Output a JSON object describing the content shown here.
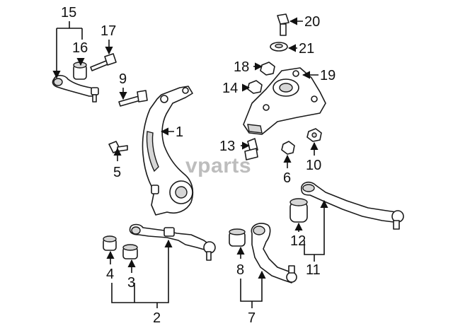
{
  "watermark": "vparts",
  "callouts": {
    "c1": "1",
    "c2": "2",
    "c3": "3",
    "c4": "4",
    "c5": "5",
    "c6": "6",
    "c7": "7",
    "c8": "8",
    "c9": "9",
    "c10": "10",
    "c11": "11",
    "c12": "12",
    "c13": "13",
    "c14": "14",
    "c15": "15",
    "c16": "16",
    "c17": "17",
    "c18": "18",
    "c19": "19",
    "c20": "20",
    "c21": "21"
  }
}
